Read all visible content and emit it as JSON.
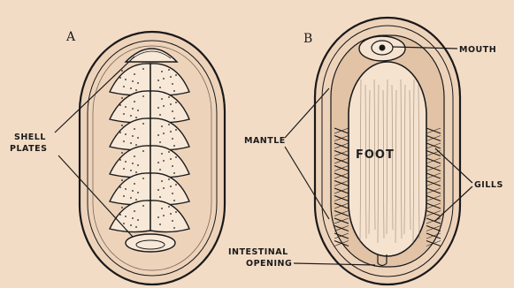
{
  "figure_a": {
    "letter": "A",
    "labels": {
      "shell_plates_1": "SHELL",
      "shell_plates_2": "PLATES"
    }
  },
  "figure_b": {
    "letter": "B",
    "labels": {
      "mouth": "MOUTH",
      "mantle": "MANTLE",
      "foot": "FOOT",
      "gills": "GILLS",
      "intestinal_1": "INTESTINAL",
      "intestinal_2": "OPENING"
    }
  },
  "colors": {
    "background": "#f3dcc6",
    "ink": "#1a1a1a",
    "shell": "#eed3bb",
    "plates": "#f7e8d8"
  }
}
